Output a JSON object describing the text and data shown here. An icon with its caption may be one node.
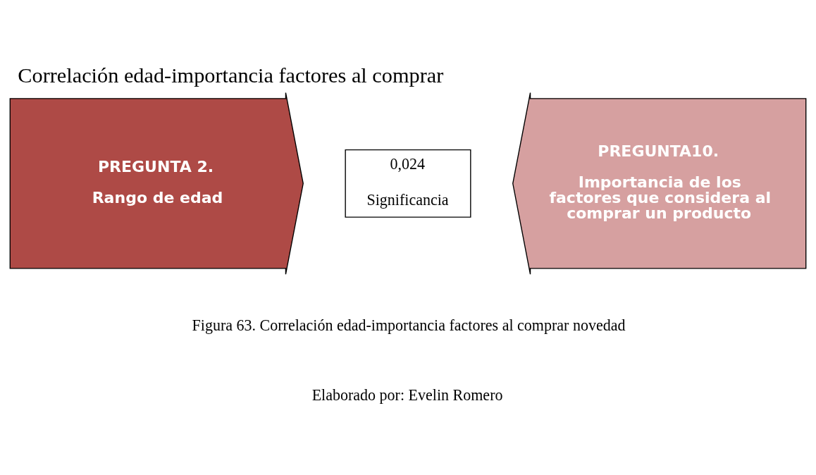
{
  "diagram": {
    "title": "Correlación edad-importancia factores al comprar",
    "caption": "Figura 63. Correlación edad-importancia factores al comprar novedad",
    "nodes": [
      {
        "text": [
          "PREGUNTA 2.",
          "Rango de edad"
        ]
      },
      {
        "text": [
          "0,024",
          "Significancia"
        ]
      },
      {
        "text": [
          "PREGUNTA10.",
          "Importancia de los factores que considera al comprar un producto"
        ]
      }
    ],
    "labels": [
      "Elaborado por: Evelin Romero"
    ]
  }
}
